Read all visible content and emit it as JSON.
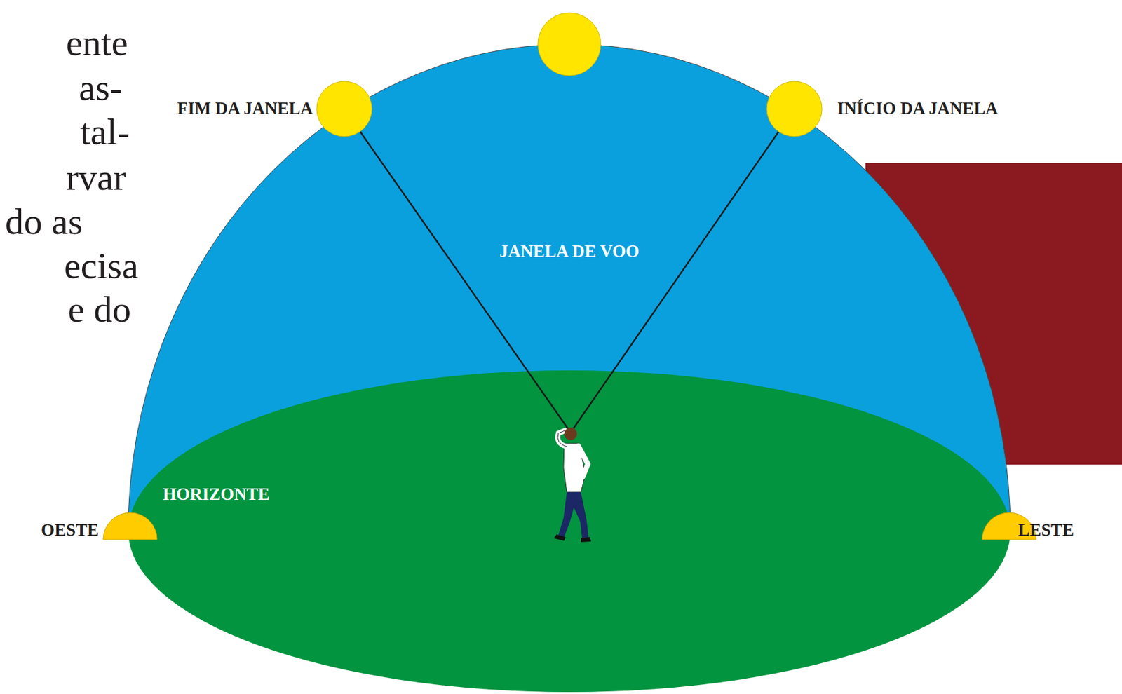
{
  "diagram": {
    "nodes": [
      {
        "text": [
          "JANELA DE VOO"
        ]
      },
      {
        "text": [
          "HORIZONTE"
        ]
      }
    ],
    "labels": [
      "ente",
      "as-",
      "tal-",
      "rvar",
      "do as",
      "ecisa",
      "e do",
      "FIM DA JANELA",
      "INÍCIO DA JANELA",
      "OESTE",
      "LESTE"
    ]
  }
}
